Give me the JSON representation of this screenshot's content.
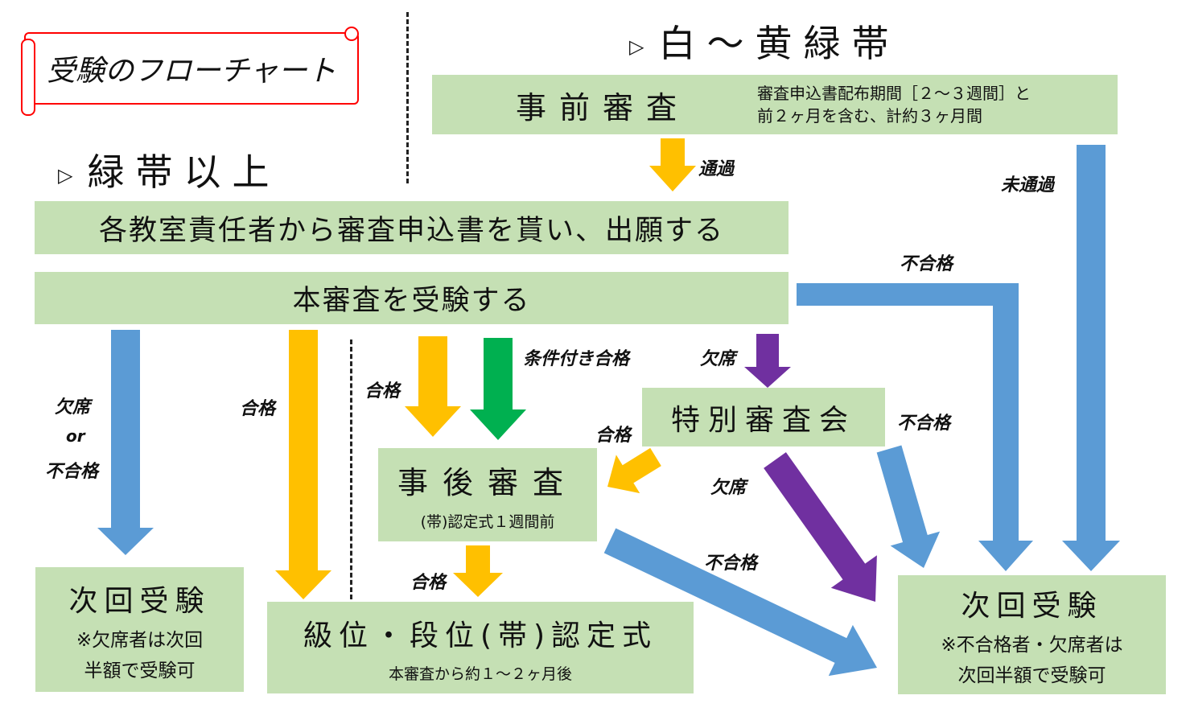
{
  "title": "受験のフローチャート",
  "headings": {
    "marker": "▷",
    "right": "白～黄緑帯",
    "left": "緑帯以上"
  },
  "boxes": {
    "pre_review": {
      "title": "事前審査",
      "note_line1": "審査申込書配布期間［２～３週間］と",
      "note_line2": "前２ヶ月を含む、計約３ヶ月間"
    },
    "apply": {
      "title": "各教室責任者から審査申込書を貰い、出願する"
    },
    "main_exam": {
      "title": "本審査を受験する"
    },
    "special": {
      "title": "特別審査会"
    },
    "post_review": {
      "title": "事後審査",
      "note": "(帯)認定式１週間前"
    },
    "next_left": {
      "title": "次回受験",
      "note_line1": "※欠席者は次回",
      "note_line2": "半額で受験可"
    },
    "ceremony": {
      "title": "級位・段位(帯)認定式",
      "note": "本審査から約１～２ヶ月後"
    },
    "next_right": {
      "title": "次回受験",
      "note_line1": "※不合格者・欠席者は",
      "note_line2": "次回半額で受験可"
    }
  },
  "labels": {
    "pass_pre": "通過",
    "fail_pre": "未通過",
    "fail_top": "不合格",
    "absent_or_fail_1": "欠席",
    "absent_or_fail_2": "or",
    "absent_or_fail_3": "不合格",
    "pass_left": "合格",
    "pass_mid": "合格",
    "conditional": "条件付き合格",
    "absent_special": "欠席",
    "pass_special": "合格",
    "fail_special": "不合格",
    "absent_special2": "欠席",
    "fail_post": "不合格",
    "pass_post": "合格"
  },
  "colors": {
    "box": "#C5E0B4",
    "blue": "#5B9BD5",
    "yellow": "#FFC000",
    "green": "#00B050",
    "purple": "#7030A0",
    "red": "#FF0000"
  }
}
